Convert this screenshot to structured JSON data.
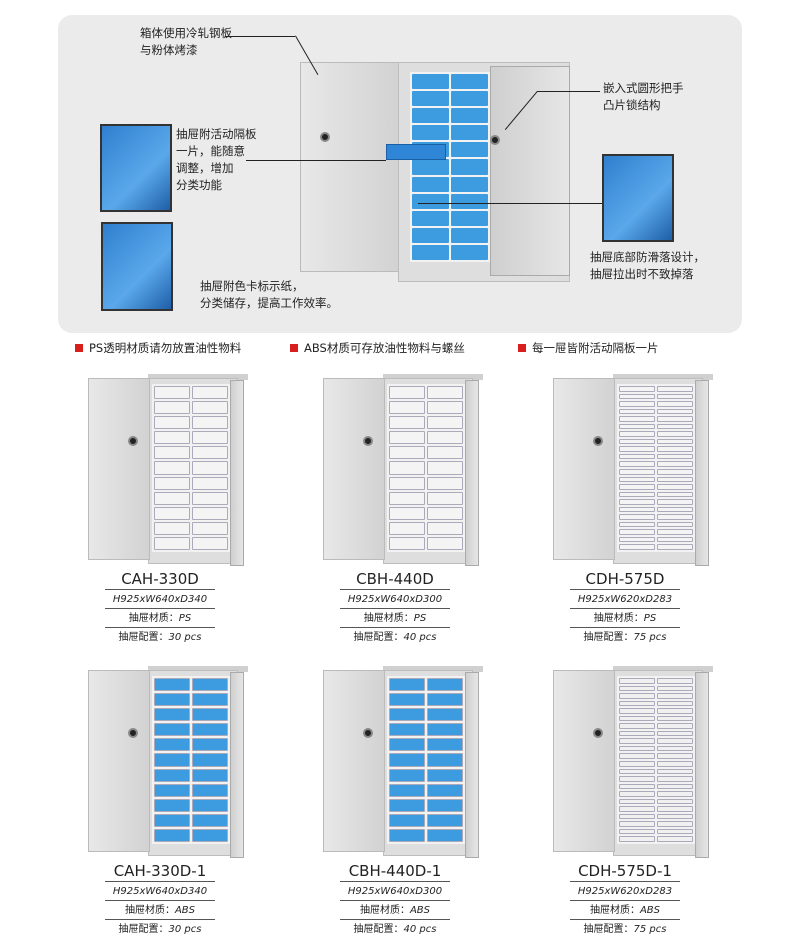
{
  "features": {
    "cabinet_body": "箱体使用冷轧钢板\n与粉体烤漆",
    "handle_lock": "嵌入式圆形把手\n凸片锁结构",
    "divider": "抽屉附活动隔板\n一片，能随意\n调整，增加\n分类功能",
    "anti_slip": "抽屉底部防滑落设计，\n抽屉拉出时不致掉落",
    "label_card": "抽屉附色卡标示纸，\n分类储存，提高工作效率。"
  },
  "legend": [
    {
      "text": "PS透明材质请勿放置油性物料",
      "color": "#d91e1e"
    },
    {
      "text": "ABS材质可存放油性物料与螺丝",
      "color": "#d91e1e"
    },
    {
      "text": "每一屉皆附活动隔板一片",
      "color": "#d91e1e"
    }
  ],
  "labels": {
    "material": "抽屉材质：",
    "config": "抽屉配置："
  },
  "products": [
    {
      "model": "CAH-330D",
      "dims": "H925xW640xD340",
      "material": "PS",
      "count": "30 pcs",
      "drawer_color": "#f4f4f4"
    },
    {
      "model": "CBH-440D",
      "dims": "H925xW640xD300",
      "material": "PS",
      "count": "40 pcs",
      "drawer_color": "#f4f4f4"
    },
    {
      "model": "CDH-575D",
      "dims": "H925xW620xD283",
      "material": "PS",
      "count": "75 pcs",
      "drawer_color": "#f4f4f4"
    },
    {
      "model": "CAH-330D-1",
      "dims": "H925xW640xD340",
      "material": "ABS",
      "count": "30 pcs",
      "drawer_color": "#3d9be0"
    },
    {
      "model": "CBH-440D-1",
      "dims": "H925xW640xD300",
      "material": "ABS",
      "count": "40 pcs",
      "drawer_color": "#3d9be0"
    },
    {
      "model": "CDH-575D-1",
      "dims": "H925xW620xD283",
      "material": "ABS",
      "count": "75 pcs",
      "drawer_color": "#f0f0f0"
    }
  ]
}
